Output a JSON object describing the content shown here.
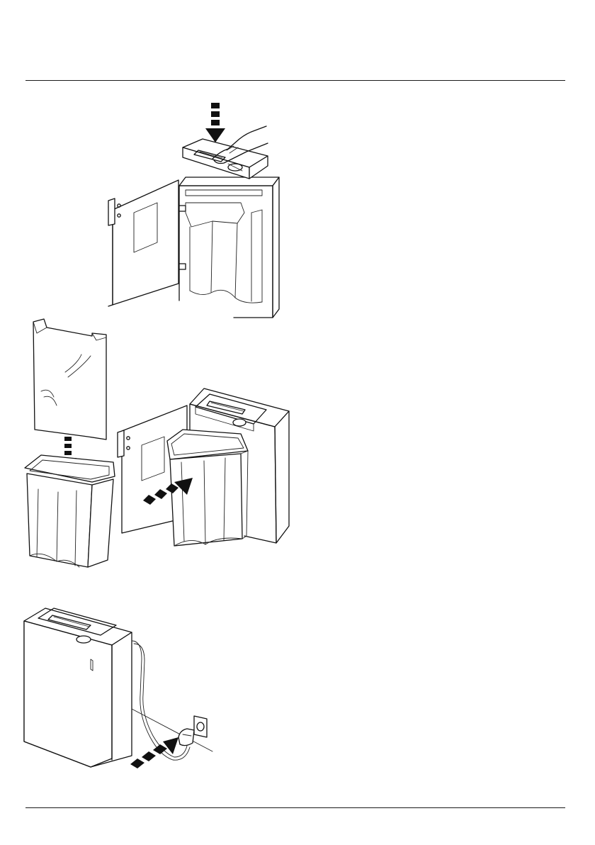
{
  "page": {
    "text_content": []
  },
  "figures": [
    {
      "name": "figure-insert-shredder-head",
      "arrow": "down"
    },
    {
      "name": "figure-insert-bag-and-bin",
      "arrows": [
        "down",
        "right"
      ]
    },
    {
      "name": "figure-connect-power-plug",
      "arrow": "right"
    }
  ],
  "colors": {
    "line": "#111111",
    "background": "#ffffff"
  }
}
